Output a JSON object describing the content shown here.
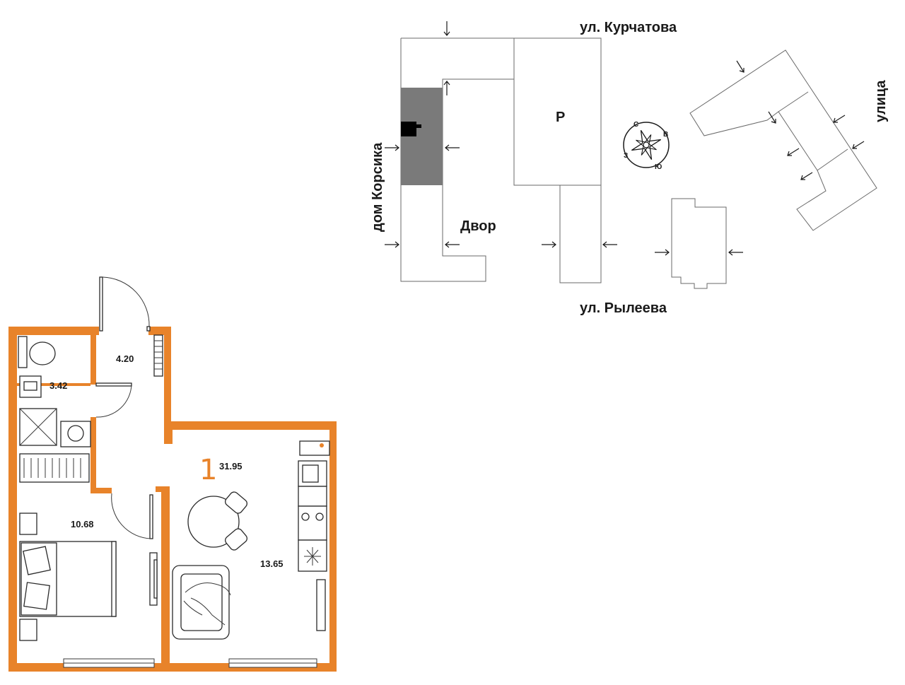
{
  "site_plan": {
    "street_top": "ул. Курчатова",
    "street_bottom": "ул. Рылеева",
    "street_right": "улица",
    "left_building": "дом Корсика",
    "parking": "P",
    "courtyard": "Двор",
    "compass": {
      "north": "С",
      "east": "В",
      "south": "Ю",
      "west": "З"
    }
  },
  "floor_plan": {
    "apartment_number": "1",
    "total_area": "31.95",
    "rooms": {
      "hall": "4.20",
      "bathroom": "3.42",
      "bedroom": "10.68",
      "kitchen_living": "13.65"
    }
  },
  "colors": {
    "walls": "#e8832a",
    "highlight": "#7a7a7a",
    "section_marker": "#000000"
  }
}
